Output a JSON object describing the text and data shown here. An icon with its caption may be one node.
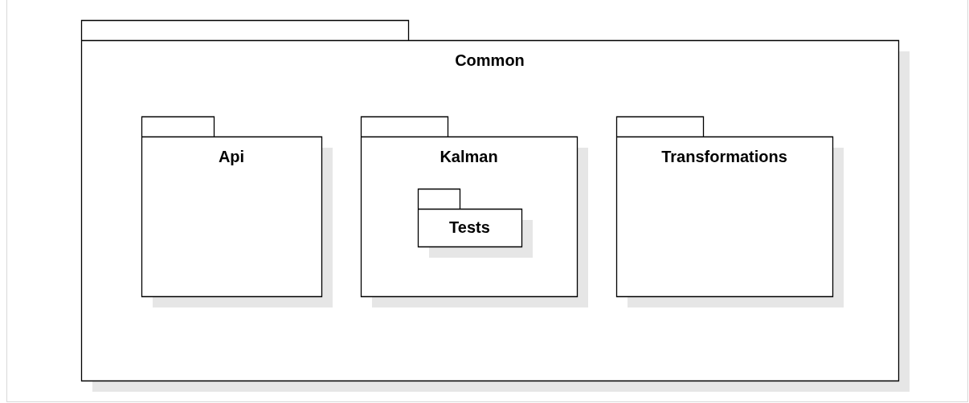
{
  "diagram": {
    "nodes": [
      {
        "text": [
          "Common"
        ]
      },
      {
        "text": [
          "Api"
        ],
        "in": 0
      },
      {
        "text": [
          "Kalman"
        ],
        "in": 0
      },
      {
        "text": [
          "Tests"
        ],
        "in": 2
      },
      {
        "text": [
          "Transformations"
        ],
        "in": 0
      }
    ]
  }
}
